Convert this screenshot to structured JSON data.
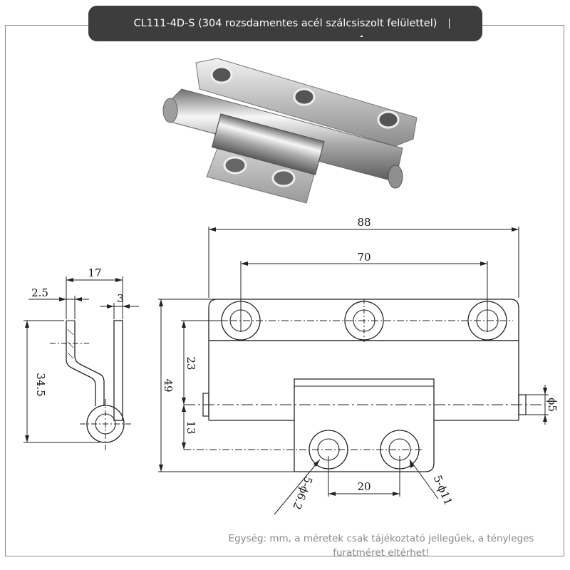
{
  "title": "CL111-4D-S (304 rozsdamentes acél szálcsiszolt felülettel)",
  "dimensions": {
    "side_width": "17",
    "side_thickness": "2.5",
    "side_offset": "3",
    "side_height": "34.5",
    "overall_width": "88",
    "hole_span": "70",
    "overall_height": "49",
    "upper_to_axis": "23",
    "axis_to_lower": "13",
    "lower_hole_spacing": "20",
    "pin_diameter": "ϕ5",
    "hole_small": "5-ϕ6.2",
    "hole_large": "5-ϕ11"
  },
  "footer": {
    "line1": "Egység: mm, a méretek csak tájékoztató jellegűek, a tényleges",
    "line2": "furatméret eltérhet!"
  }
}
